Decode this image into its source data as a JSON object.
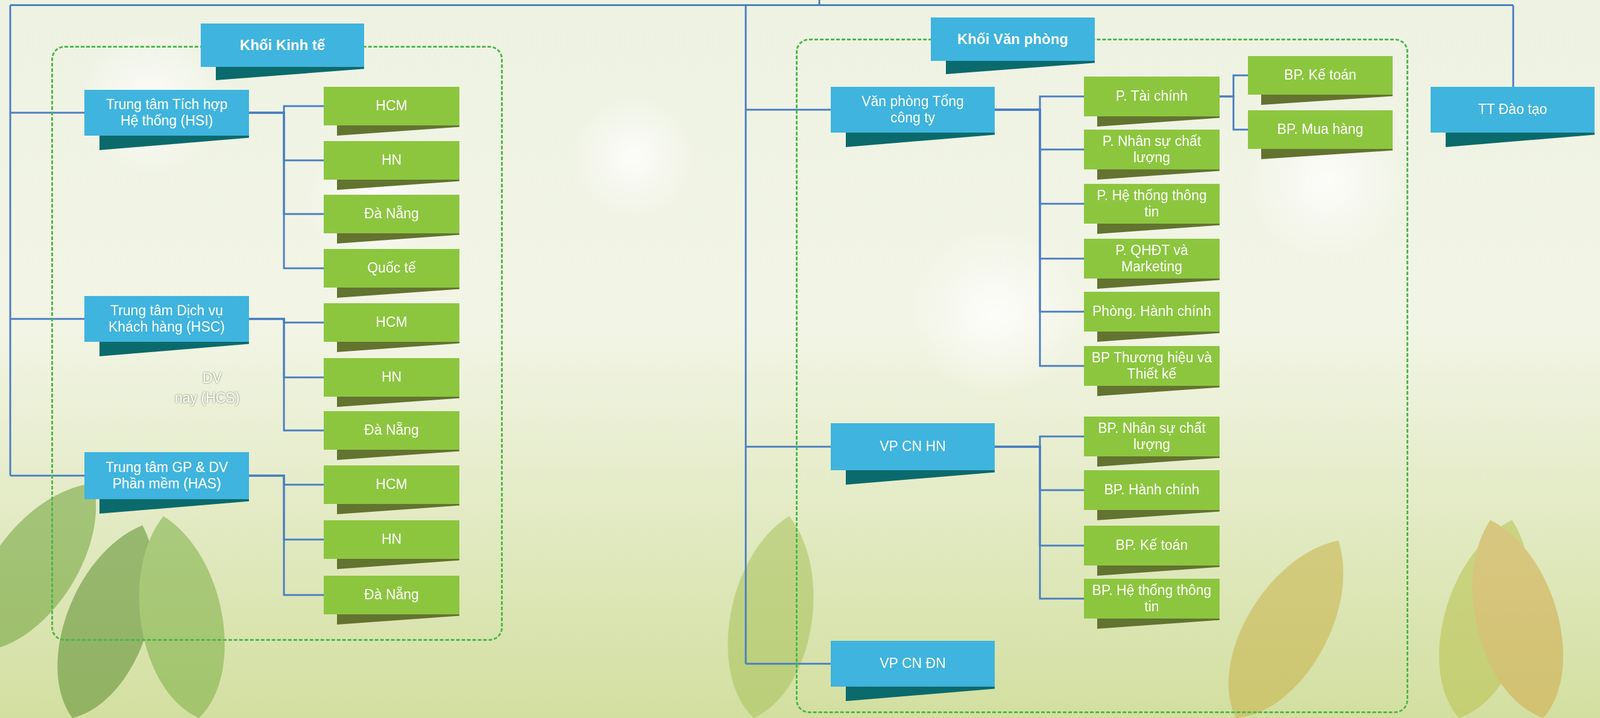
{
  "diagram": {
    "nodes": [
      {
        "text": [
          "Khối Kinh tế"
        ]
      },
      {
        "text": [
          "Trung tâm Tích hợp Hệ thống (HSI)"
        ],
        "in": 0
      },
      {
        "text": [
          "HCM"
        ],
        "in": 0
      },
      {
        "text": [
          "HN"
        ],
        "in": 0
      },
      {
        "text": [
          "Đà Nẵng"
        ],
        "in": 0
      },
      {
        "text": [
          "Quốc tế"
        ],
        "in": 0
      },
      {
        "text": [
          "Trung tâm Dịch vụ Khách hàng (HSC)"
        ],
        "in": 0
      },
      {
        "text": [
          "HCM"
        ],
        "in": 0
      },
      {
        "text": [
          "HN"
        ],
        "in": 0
      },
      {
        "text": [
          "Đà Nẵng"
        ],
        "in": 0
      },
      {
        "text": [
          "Trung tâm GP & DV Phần mềm (HAS)"
        ],
        "in": 0
      },
      {
        "text": [
          "HCM"
        ],
        "in": 0
      },
      {
        "text": [
          "HN"
        ],
        "in": 0
      },
      {
        "text": [
          "Đà Nẵng"
        ],
        "in": 0
      },
      {
        "text": [
          "Khối Văn phòng"
        ]
      },
      {
        "text": [
          "Văn phòng Tổng công ty"
        ],
        "in": 14
      },
      {
        "text": [
          "P. Tài chính"
        ],
        "in": 14
      },
      {
        "text": [
          "BP. Kế toán"
        ],
        "in": 14
      },
      {
        "text": [
          "BP. Mua hàng"
        ],
        "in": 14
      },
      {
        "text": [
          "P. Nhân sự chất lượng"
        ],
        "in": 14
      },
      {
        "text": [
          "P. Hệ thống thông tin"
        ],
        "in": 14
      },
      {
        "text": [
          "P. QHĐT và Marketing"
        ],
        "in": 14
      },
      {
        "text": [
          "Phòng. Hành chính"
        ],
        "in": 14
      },
      {
        "text": [
          "BP Thương hiệu và Thiết kế"
        ],
        "in": 14
      },
      {
        "text": [
          "VP CN HN"
        ],
        "in": 14
      },
      {
        "text": [
          "BP. Nhân sự chất lượng"
        ],
        "in": 14
      },
      {
        "text": [
          "BP. Hành chính"
        ],
        "in": 14
      },
      {
        "text": [
          "BP. Kế toán"
        ],
        "in": 14
      },
      {
        "text": [
          "BP. Hệ thống thông tin"
        ],
        "in": 14
      },
      {
        "text": [
          "VP CN ĐN"
        ],
        "in": 14
      },
      {
        "text": [
          "TT Đào tạo"
        ]
      }
    ],
    "edges": [
      {
        "from": 1,
        "to": 2,
        "arrow": "none"
      },
      {
        "from": 1,
        "to": 3,
        "arrow": "none"
      },
      {
        "from": 1,
        "to": 4,
        "arrow": "none"
      },
      {
        "from": 1,
        "to": 5,
        "arrow": "none"
      },
      {
        "from": 6,
        "to": 7,
        "arrow": "none"
      },
      {
        "from": 6,
        "to": 8,
        "arrow": "none"
      },
      {
        "from": 6,
        "to": 9,
        "arrow": "none"
      },
      {
        "from": 10,
        "to": 11,
        "arrow": "none"
      },
      {
        "from": 10,
        "to": 12,
        "arrow": "none"
      },
      {
        "from": 10,
        "to": 13,
        "arrow": "none"
      },
      {
        "from": 15,
        "to": 16,
        "arrow": "none"
      },
      {
        "from": 15,
        "to": 19,
        "arrow": "none"
      },
      {
        "from": 15,
        "to": 20,
        "arrow": "none"
      },
      {
        "from": 15,
        "to": 21,
        "arrow": "none"
      },
      {
        "from": 15,
        "to": 22,
        "arrow": "none"
      },
      {
        "from": 15,
        "to": 23,
        "arrow": "none"
      },
      {
        "from": 16,
        "to": 17,
        "arrow": "none"
      },
      {
        "from": 16,
        "to": 18,
        "arrow": "none"
      },
      {
        "from": 24,
        "to": 25,
        "arrow": "none"
      },
      {
        "from": 24,
        "to": 26,
        "arrow": "none"
      },
      {
        "from": 24,
        "to": 27,
        "arrow": "none"
      },
      {
        "from": 24,
        "to": 28,
        "arrow": "none"
      }
    ],
    "labels": [
      "DV",
      "nay (HCS)"
    ]
  }
}
